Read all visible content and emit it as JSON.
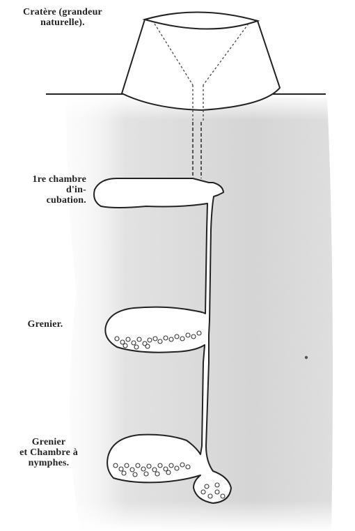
{
  "labels": {
    "cratere": [
      "Cratère (grandeur",
      "naturelle)."
    ],
    "chambre1": [
      "1re chambre",
      "d'in-",
      "cubation."
    ],
    "grenier": [
      "Grenier."
    ],
    "grenier_nymphes": [
      "Grenier",
      "et Chambre à",
      "nymphes."
    ]
  },
  "colors": {
    "ink": "#222222",
    "soil": "#d6d6d6",
    "soil_dark": "#c2c2c2",
    "paper": "#ffffff"
  }
}
